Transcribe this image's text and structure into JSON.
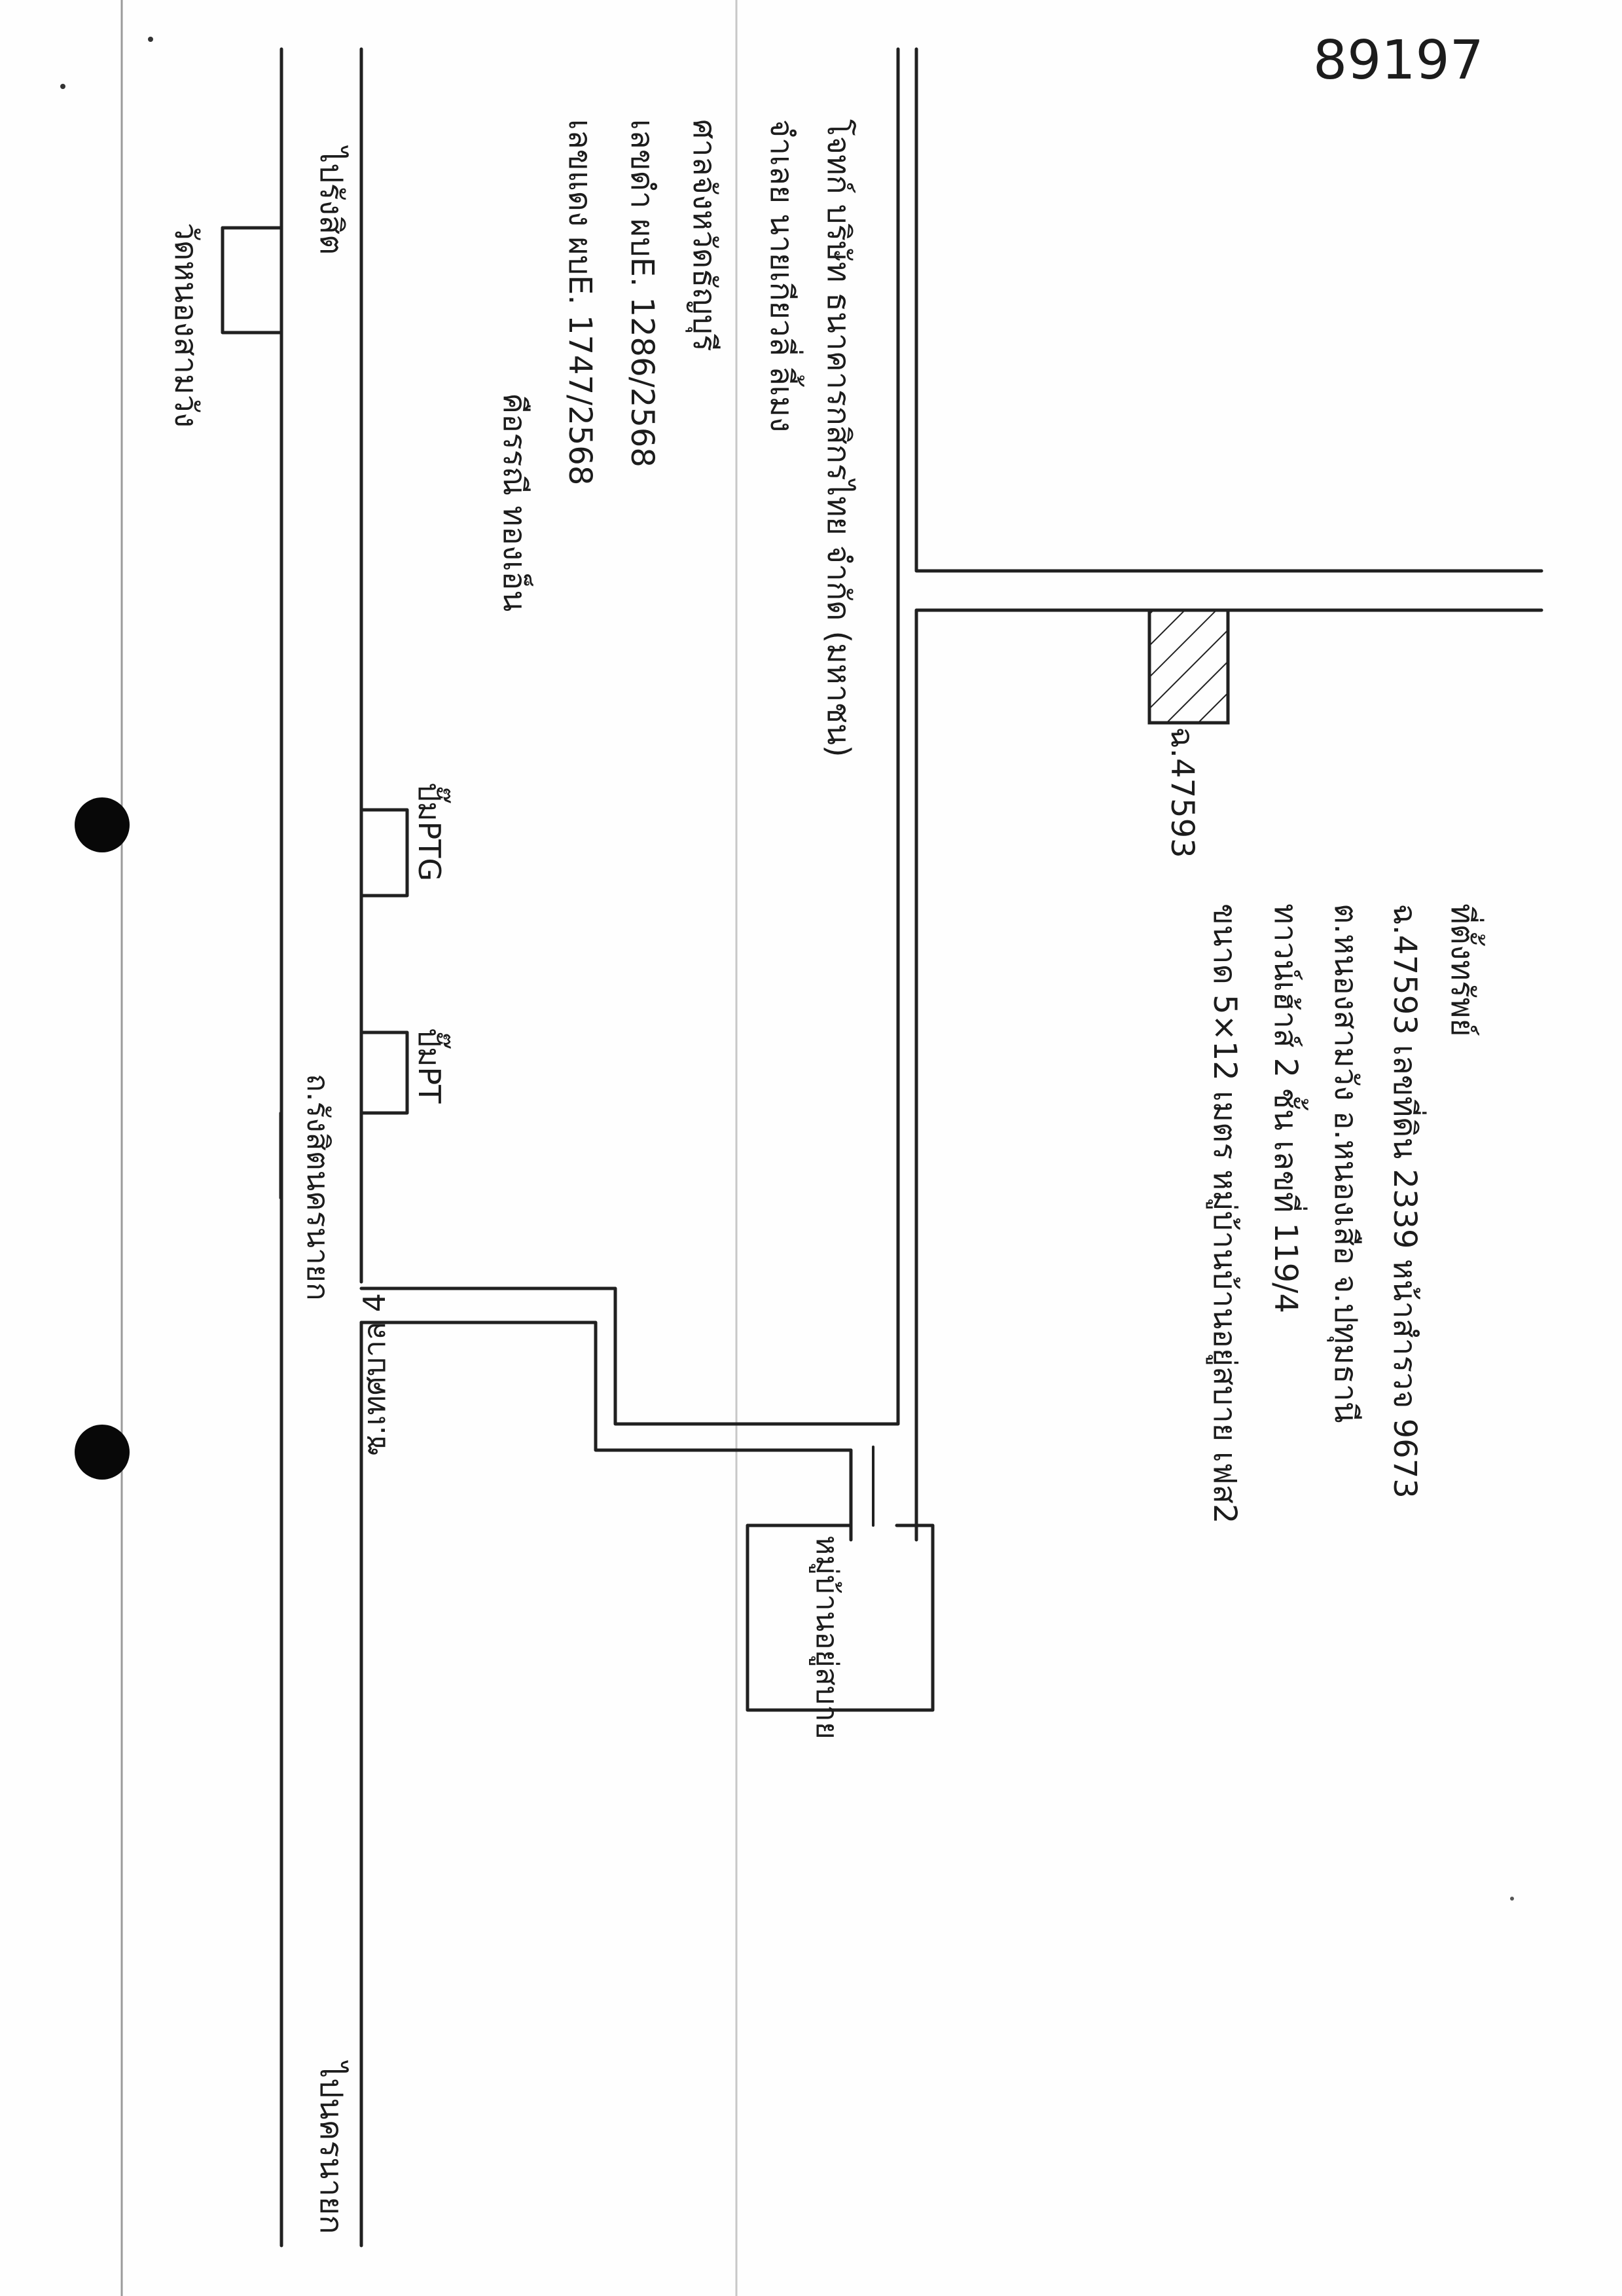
{
  "doc_number": "89197",
  "plaintiff_block": {
    "lines": [
      "โจทก์ บริษัท ธนาคารกสิกรไทย จำกัด (มหาชน)",
      "จำเลย นายเกียวลี่ ลี้เมง",
      "ศาลจังหวัดธัญบุรี",
      "เลขดำ ผบE. 1286/2568",
      "เลขแดง ผบE. 1747/2568"
    ],
    "signature": "คือรรณี ทองเอ็น"
  },
  "property_block": {
    "lines": [
      "ที่ตั้งทรัพย์",
      "ฉ.47593 เลขที่ดิน 2339 หน้าสำรวจ 9673",
      "ต.หนองสามวัง อ.หนองเสือ จ.ปทุมธานี",
      "ทาวน์เฮ้าส์ 2 ชั้น เลขที่ 119/4",
      "ขนาด 5×12 เมตร หมู่บ้านบ้านอยู่สบาย เฟส2"
    ]
  },
  "map_labels": {
    "to_north": "ไปรังสิต",
    "to_south": "ไปนครนายก",
    "temple": "วัดหนองสามวัง",
    "pump_1": "ปั๊มPTG",
    "pump_2": "ปั๊มPT",
    "main_road": "ถ.รังสิตนครนายก",
    "soi": "ซ.เทศบาล 4",
    "village": "หมู่บ้านอยู่สบาย",
    "plot": "ฉ.47593"
  }
}
